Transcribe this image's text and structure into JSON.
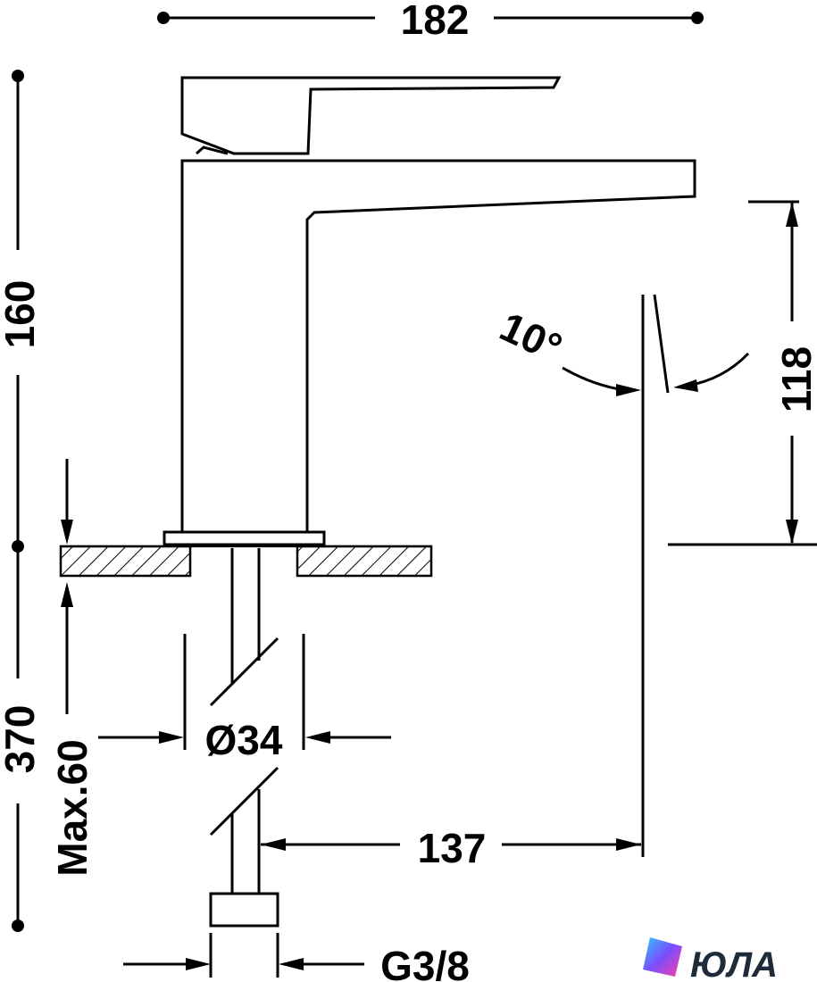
{
  "dimensions": {
    "total_width": "182",
    "spout_height": "160",
    "total_length_below": "370",
    "max_deck": "Max.60",
    "angle": "10°",
    "outlet_height": "118",
    "hole_diameter": "Ø34",
    "reach": "137",
    "connection": "G3/8"
  },
  "logo": {
    "text": "ЮЛА"
  },
  "colors": {
    "line": "#000000",
    "background": "#ffffff",
    "logo_text": "#1f2b3a"
  }
}
